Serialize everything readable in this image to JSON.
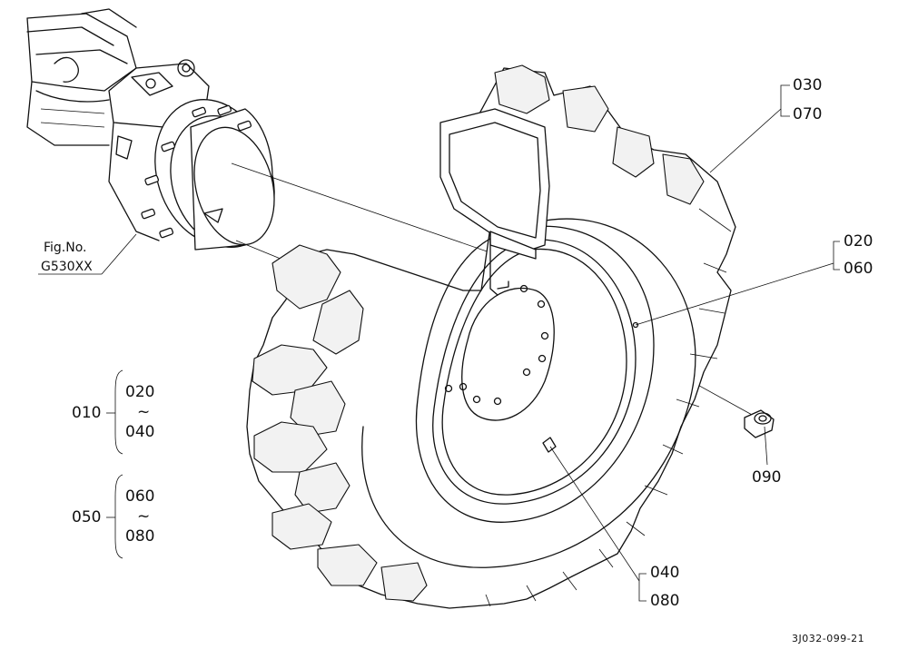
{
  "figure_ref": {
    "label": "Fig.No.",
    "number": "G530XX"
  },
  "callouts": {
    "c030": "030",
    "c070": "070",
    "c020": "020",
    "c060": "060",
    "c090": "090",
    "c040": "040",
    "c080": "080"
  },
  "groups": [
    {
      "parent": "010",
      "from": "020",
      "tilde": "~",
      "to": "040"
    },
    {
      "parent": "050",
      "from": "060",
      "tilde": "~",
      "to": "080"
    }
  ],
  "drawing_number": "3J032-099-21"
}
